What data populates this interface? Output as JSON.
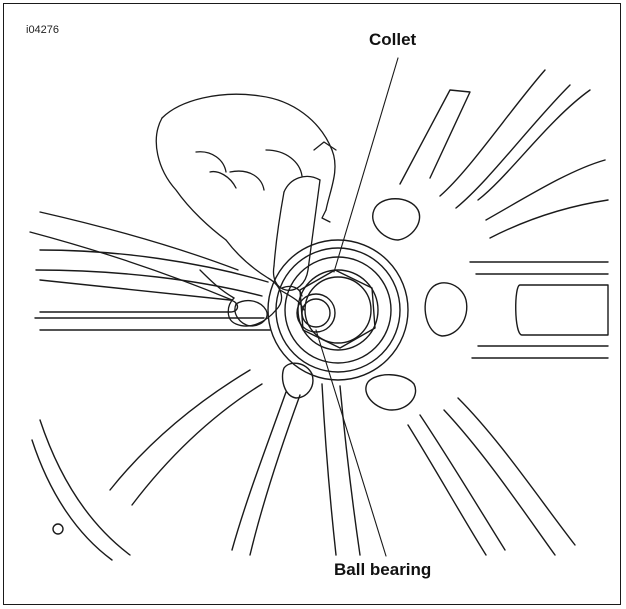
{
  "figure": {
    "id_label": "i04276",
    "callouts": {
      "collet": "Collet",
      "ball_bearing": "Ball bearing"
    }
  },
  "colors": {
    "line": "#1a1a1a",
    "background": "#ffffff"
  },
  "icons": [
    "hand-illustration",
    "wheel-spoke-illustration",
    "hub-illustration"
  ]
}
